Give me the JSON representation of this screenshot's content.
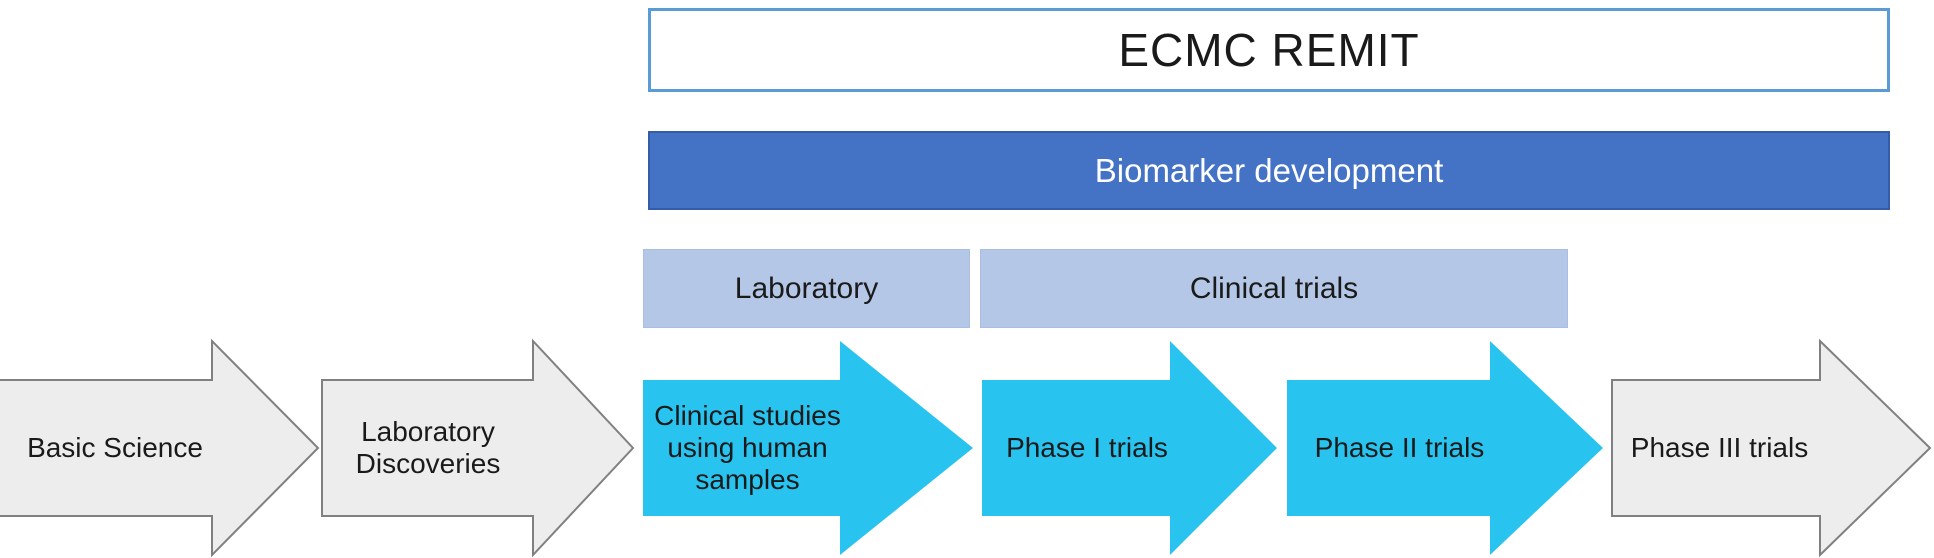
{
  "title_box": {
    "label": "ECMC REMIT"
  },
  "biomarker_box": {
    "label": "Biomarker development"
  },
  "stage_boxes": [
    {
      "label": "Laboratory"
    },
    {
      "label": "Clinical trials"
    }
  ],
  "arrows": [
    {
      "id": "basic-science",
      "style": "gray",
      "lines": [
        "Basic Science"
      ]
    },
    {
      "id": "laboratory-discoveries",
      "style": "gray",
      "lines": [
        "Laboratory",
        "Discoveries"
      ]
    },
    {
      "id": "clinical-studies",
      "style": "cyan",
      "lines": [
        "Clinical studies",
        "using human",
        "samples"
      ]
    },
    {
      "id": "phase-1-trials",
      "style": "cyan",
      "lines": [
        "Phase I trials"
      ]
    },
    {
      "id": "phase-2-trials",
      "style": "cyan",
      "lines": [
        "Phase II trials"
      ]
    },
    {
      "id": "phase-3-trials",
      "style": "gray",
      "lines": [
        "Phase III trials"
      ]
    }
  ],
  "colors": {
    "accent_blue": "#4472C4",
    "accent_blue_border": "#335DA8",
    "light_blue": "#B4C7E7",
    "light_blue_border": "#A9BEE2",
    "cyan": "#29C3F0",
    "gray_fill": "#EDEDED",
    "gray_stroke": "#808080",
    "title_border": "#5B9BD5",
    "text_dark": "#1A1A1A"
  }
}
